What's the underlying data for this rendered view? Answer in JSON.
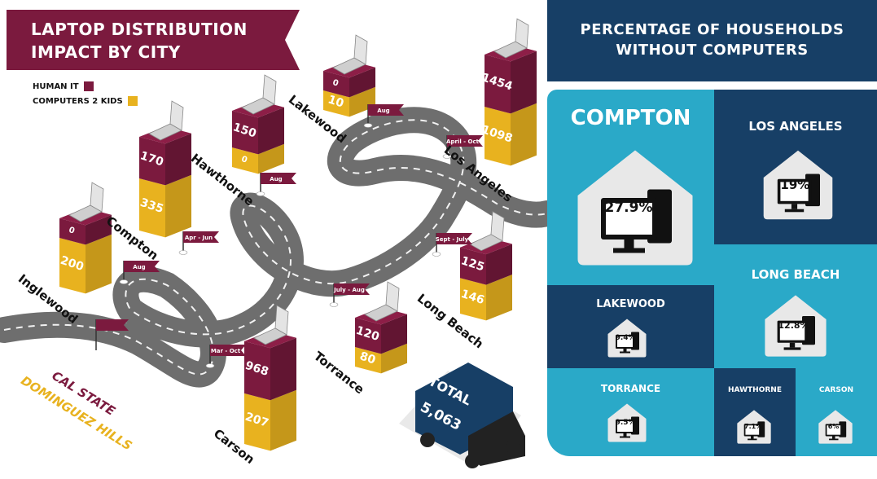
{
  "title": {
    "line1": "LAPTOP DISTRIBUTION",
    "line2": "IMPACT BY CITY"
  },
  "legend": [
    {
      "label": "HUMAN IT",
      "color": "#7b1a3e"
    },
    {
      "label": "COMPUTERS 2 KIDS",
      "color": "#e8b21f"
    }
  ],
  "colors": {
    "human_it": "#7b1a3e",
    "c2k": "#e8b21f",
    "road": "#7a7a7a",
    "navy": "#173f66",
    "teal": "#2aa9c8",
    "light_teal": "#6cc9dc"
  },
  "chart_data": {
    "type": "bar",
    "title": "LAPTOP DISTRIBUTION IMPACT BY CITY",
    "categories": [
      "Inglewood",
      "Compton",
      "Hawthorne",
      "Lakewood",
      "Los Angeles",
      "Long Beach",
      "Torrance",
      "Carson"
    ],
    "series": [
      {
        "name": "HUMAN IT",
        "values": [
          0,
          170,
          150,
          0,
          1454,
          125,
          120,
          968
        ]
      },
      {
        "name": "COMPUTERS 2 KIDS",
        "values": [
          200,
          335,
          0,
          10,
          1098,
          146,
          80,
          207
        ]
      }
    ],
    "total": {
      "label": "TOTAL",
      "value": "5,063"
    },
    "dates": {
      "Inglewood": "Aug",
      "Compton": "Apr - Jun",
      "Hawthorne": "Aug",
      "Lakewood": "Aug",
      "Los Angeles": "April - Oct",
      "Long Beach": "Sept - July",
      "Torrance": "July - Aug",
      "Carson": "Mar - Oct"
    },
    "road_start_label": {
      "line1": "CAL STATE",
      "line2": "DOMINGUEZ HILLS"
    }
  },
  "households": {
    "title_line1": "PERCENTAGE OF HOUSEHOLDS",
    "title_line2": "WITHOUT COMPUTERS",
    "cities": [
      {
        "name": "COMPTON",
        "pct": "27.9%"
      },
      {
        "name": "LOS ANGELES",
        "pct": "19%"
      },
      {
        "name": "LONG BEACH",
        "pct": "12.8%"
      },
      {
        "name": "LAKEWOOD",
        "pct": "9.4%"
      },
      {
        "name": "TORRANCE",
        "pct": "9.5%"
      },
      {
        "name": "HAWTHORNE",
        "pct": "7.1%"
      },
      {
        "name": "CARSON",
        "pct": "6%"
      }
    ]
  }
}
